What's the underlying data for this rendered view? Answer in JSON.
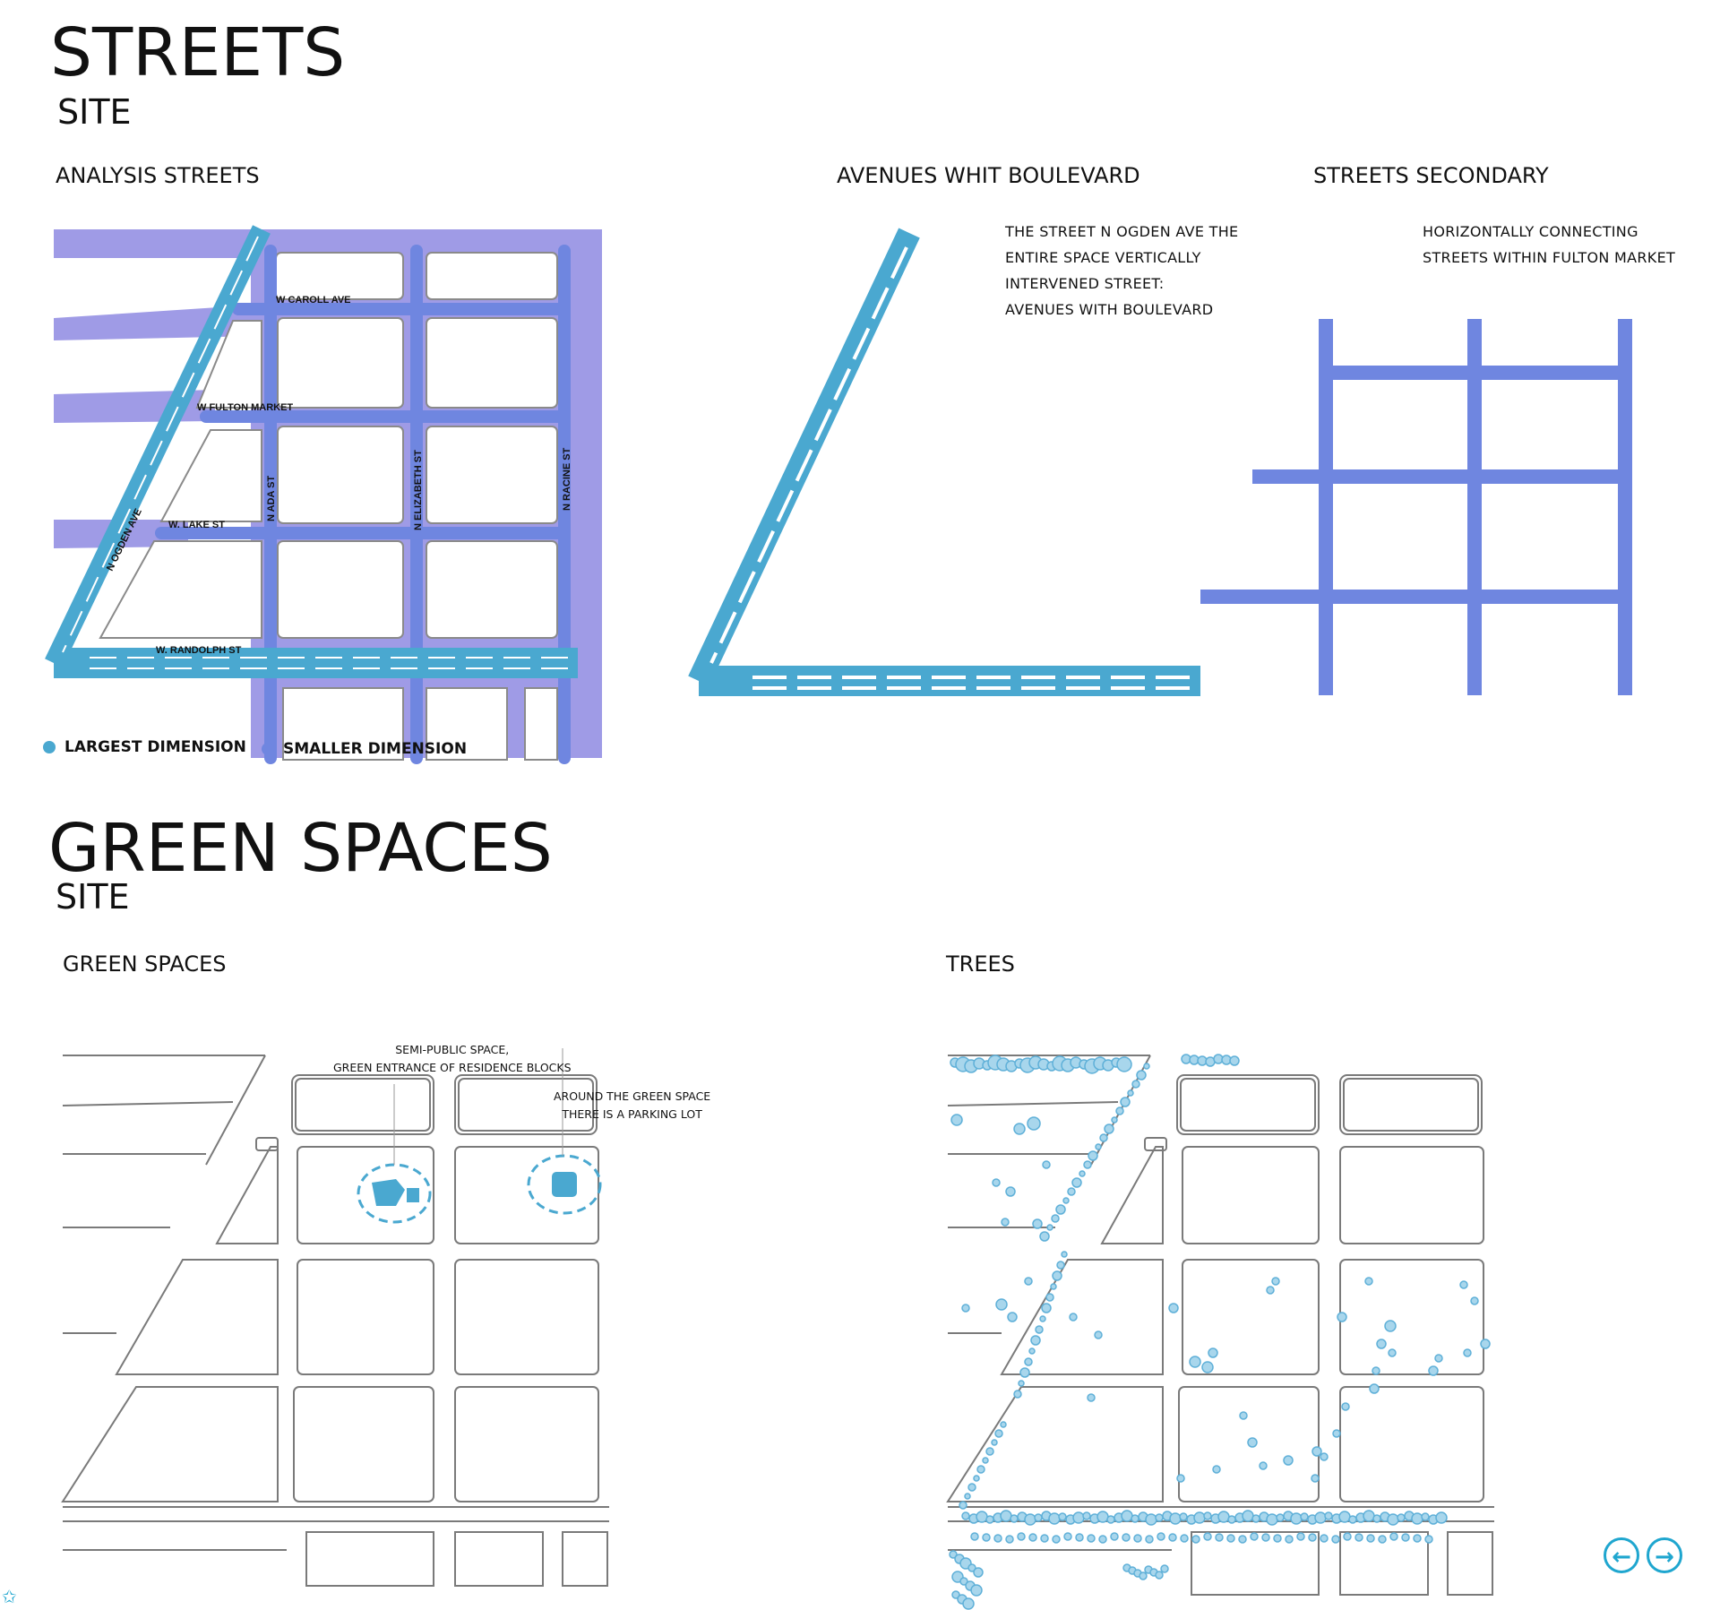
{
  "colors": {
    "large": "#4aa8d0",
    "small": "#6f86e0",
    "purple": "#9f9be6",
    "tree": "#5fb0d8",
    "line": "#7a7a7a"
  },
  "streets": {
    "title": "STREETS",
    "subtitle": "SITE",
    "analysis_title": "ANALYSIS STREETS",
    "avenues_title": "AVENUES WHIT BOULEVARD",
    "secondary_title": "STREETS SECONDARY",
    "avenues_note": [
      "THE STREET N OGDEN AVE THE",
      "ENTIRE SPACE VERTICALLY",
      "INTERVENED STREET:",
      "AVENUES WITH BOULEVARD"
    ],
    "secondary_note": [
      "HORIZONTALLY CONNECTING",
      "STREETS WITHIN FULTON MARKET"
    ],
    "labels": {
      "caroll": "W CAROLL AVE",
      "fulton": "W FULTON MARKET",
      "lake": "W. LAKE ST",
      "randolph": "W. RANDOLPH ST",
      "ogden": "N OGDEN AVE",
      "ada": "N ADA ST",
      "elizabeth": "N ELIZABETH ST",
      "racine": "N RACINE ST"
    },
    "legend_large": "LARGEST DIMENSION",
    "legend_small": "SMALLER DIMENSION"
  },
  "green": {
    "title": "GREEN SPACES",
    "subtitle": "SITE",
    "spaces_title": "GREEN SPACES",
    "trees_title": "TREES",
    "note1": [
      "SEMI-PUBLIC SPACE,",
      "GREEN ENTRANCE OF RESIDENCE BLOCKS"
    ],
    "note2": [
      "AROUND THE GREEN SPACE",
      "THERE IS A PARKING LOT"
    ]
  },
  "nav": {
    "prev_icon": "arrow-left-icon",
    "next_icon": "arrow-right-icon",
    "corner_icon": "star-icon"
  }
}
